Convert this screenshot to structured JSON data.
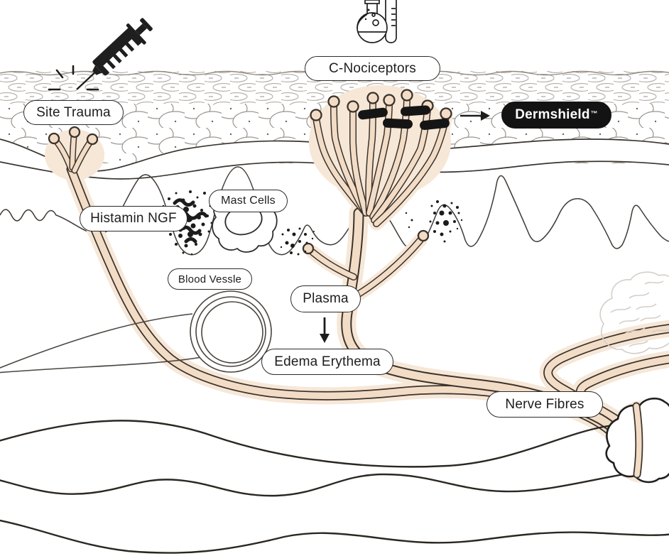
{
  "labels": {
    "site_trauma": "Site Trauma",
    "c_nociceptors": "C-Nociceptors",
    "dermshield": "Dermshield",
    "dermshield_tm": "™",
    "mast_cells": "Mast Cells",
    "histamin_ngf": "Histamin NGF",
    "blood_vessle": "Blood Vessle",
    "plasma": "Plasma",
    "edema_erythema": "Edema Erythema",
    "nerve_fibres": "Nerve Fibres"
  },
  "icons": {
    "syringe": "syringe-icon",
    "flask": "flask-and-test-tube-icon",
    "brain": "brain-icon",
    "right_arrow": "right-arrow-icon",
    "down_arrow": "down-arrow-icon"
  },
  "colors": {
    "nerve_fill": "#f3dcc6",
    "nerve_glow": "#f6e7d7",
    "outline_dark": "#3a332c",
    "ink": "#1c1c1c",
    "cell_stroke": "#a9a29c",
    "brain_stroke": "#d4cec8",
    "label_border": "#2b2b2b",
    "dermshield_bg": "#131313",
    "label_text": "#1d1d1d",
    "background": "#ffffff"
  }
}
